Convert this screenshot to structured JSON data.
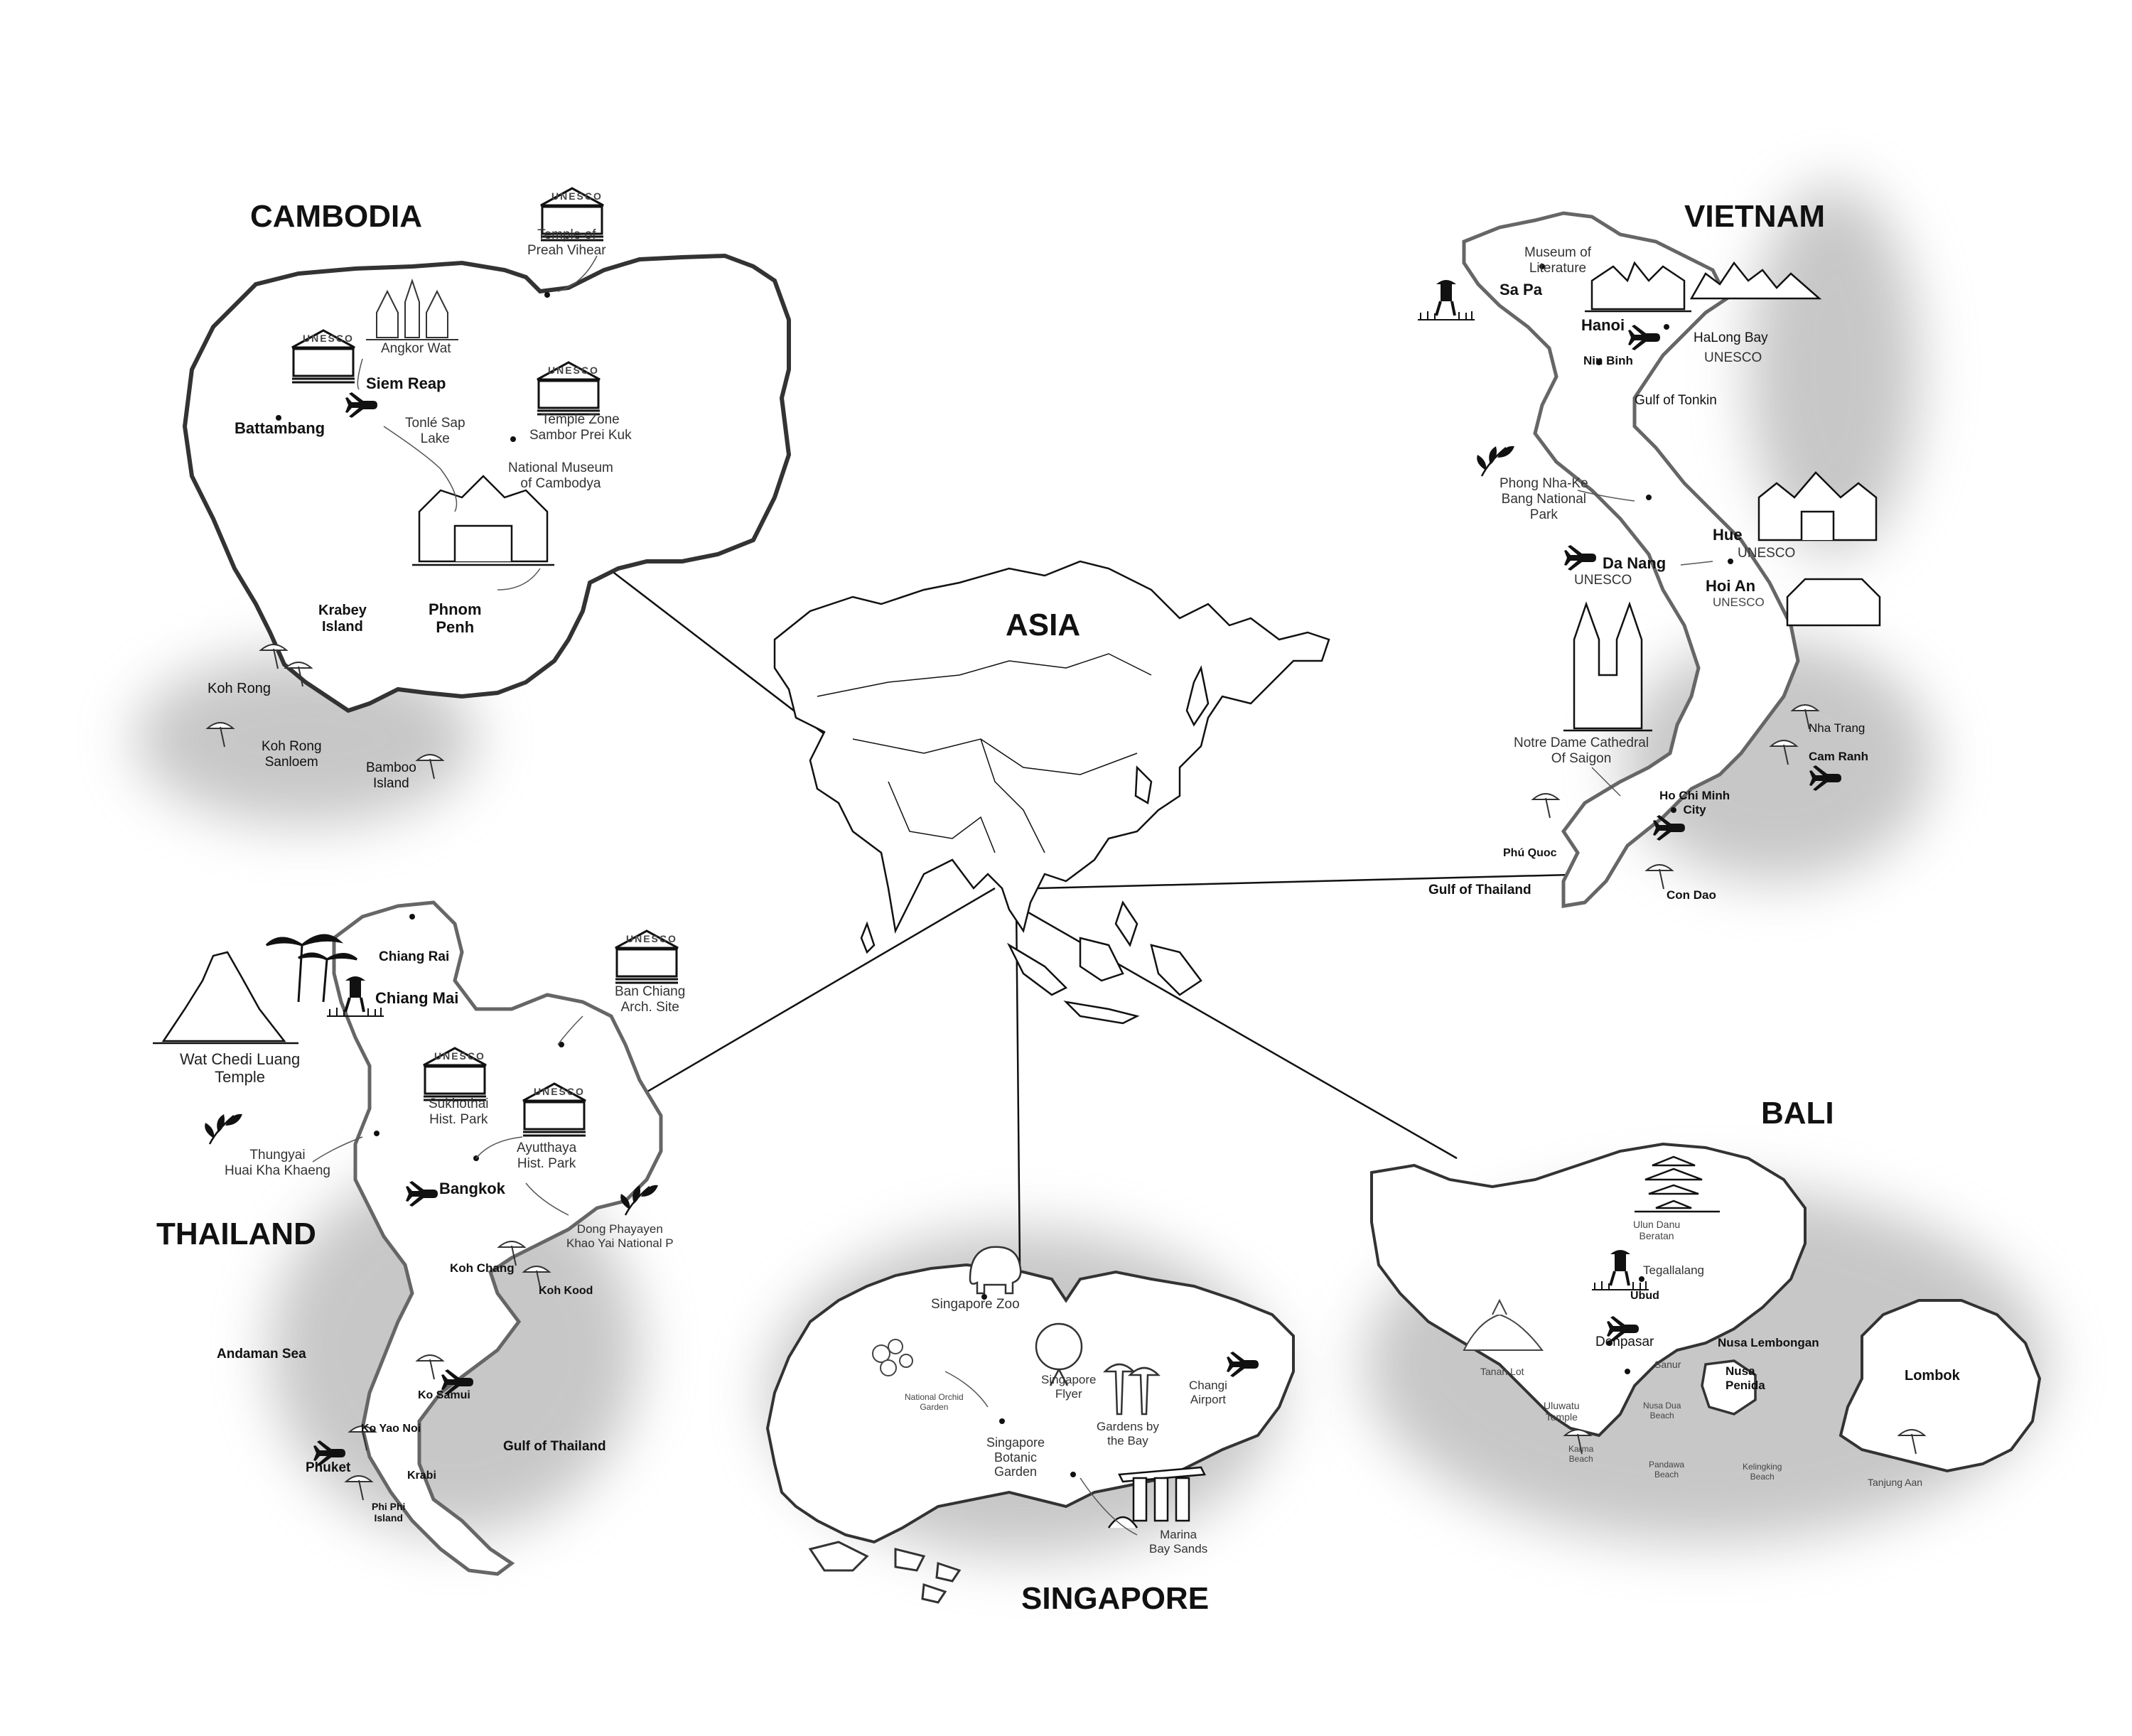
{
  "regions": {
    "cambodia": "CAMBODIA",
    "vietnam": "VIETNAM",
    "asia": "ASIA",
    "thailand": "THAILAND",
    "bali": "BALI",
    "singapore": "SINGAPORE"
  },
  "icon_text": {
    "unesco": "UNESCO"
  },
  "cambodia": {
    "siem_reap": "Siem Reap",
    "battambang": "Battambang",
    "angkor_wat": "Angkor Wat",
    "preah_vihear": "Temple of\nPreah Vihear",
    "tonle_sap": "Tonlé Sap\nLake",
    "sambor": "Temple Zone\nSambor Prei Kuk",
    "museum": "National Museum\nof Cambodya",
    "phnom_penh": "Phnom\nPenh",
    "krabey": "Krabey\nIsland",
    "koh_rong": "Koh Rong",
    "koh_rong_sanloem": "Koh Rong\nSanloem",
    "bamboo": "Bamboo\nIsland"
  },
  "vietnam": {
    "museum_literature": "Museum of\nLiterature",
    "sapa": "Sa Pa",
    "hanoi": "Hanoi",
    "ninh_binh": "Nin Binh",
    "halong": "HaLong Bay",
    "halong_unesco": "UNESCO",
    "gulf_tonkin": "Gulf of Tonkin",
    "phong_nha": "Phong Nha-Ke\nBang National\nPark",
    "hue": "Hue",
    "hue_unesco": "UNESCO",
    "da_nang": "Da Nang",
    "da_nang_unesco": "UNESCO",
    "hoi_an": "Hoi An",
    "hoi_an_unesco": "UNESCO",
    "notre_dame": "Notre Dame Cathedral\nOf Saigon",
    "nha_trang": "Nha Trang",
    "cam_ranh": "Cam Ranh",
    "hcmc": "Ho Chi Minh\nCity",
    "phu_quoc": "Phú Quoc",
    "con_dao": "Con Dao",
    "gulf_thailand": "Gulf of Thailand"
  },
  "thailand": {
    "chiang_rai": "Chiang Rai",
    "chiang_mai": "Chiang Mai",
    "wat_chedi": "Wat Chedi Luang\nTemple",
    "ban_chiang": "Ban Chiang\nArch. Site",
    "sukhothai": "Sukhothai\nHist. Park",
    "ayutthaya": "Ayutthaya\nHist. Park",
    "thungyai": "Thungyai\nHuai Kha Khaeng",
    "bangkok": "Bangkok",
    "dong_phayayen": "Dong Phayayen\nKhao Yai National P",
    "koh_chang": "Koh Chang",
    "koh_kood": "Koh Kood",
    "andaman": "Andaman Sea",
    "ko_samui": "Ko Samui",
    "ko_yao_noi": "Ko Yao Noi",
    "gulf_thailand": "Gulf of Thailand",
    "phuket": "Phuket",
    "krabi": "Krabi",
    "phi_phi": "Phi Phi\nIsland"
  },
  "singapore": {
    "zoo": "Singapore Zoo",
    "orchid": "National Orchid\nGarden",
    "flyer": "Singapore\nFlyer",
    "changi": "Changi\nAirport",
    "gardens_bay": "Gardens by\nthe Bay",
    "botanic": "Singapore\nBotanic\nGarden",
    "marina": "Marina\nBay Sands"
  },
  "bali": {
    "ulun_danu": "Ulun Danu\nBeratan",
    "tegallalang": "Tegallalang",
    "ubud": "Ubud",
    "denpasar": "Denpasar",
    "nusa_lembongan": "Nusa Lembongan",
    "nusa_penida": "Nusa\nPenida",
    "tanah_lot": "Tanah Lot",
    "sanur": "Sanur",
    "uluwatu": "Uluwatu\nTemple",
    "nusa_dua": "Nusa Dua\nBeach",
    "karma": "Karma\nBeach",
    "pandawa": "Pandawa\nBeach",
    "kelingking": "Kelingking\nBeach",
    "lombok": "Lombok",
    "tanjung_aan": "Tanjung Aan"
  },
  "colors": {
    "ink": "#111111",
    "outline": "#333333",
    "shadow": "#9a9a9a"
  }
}
